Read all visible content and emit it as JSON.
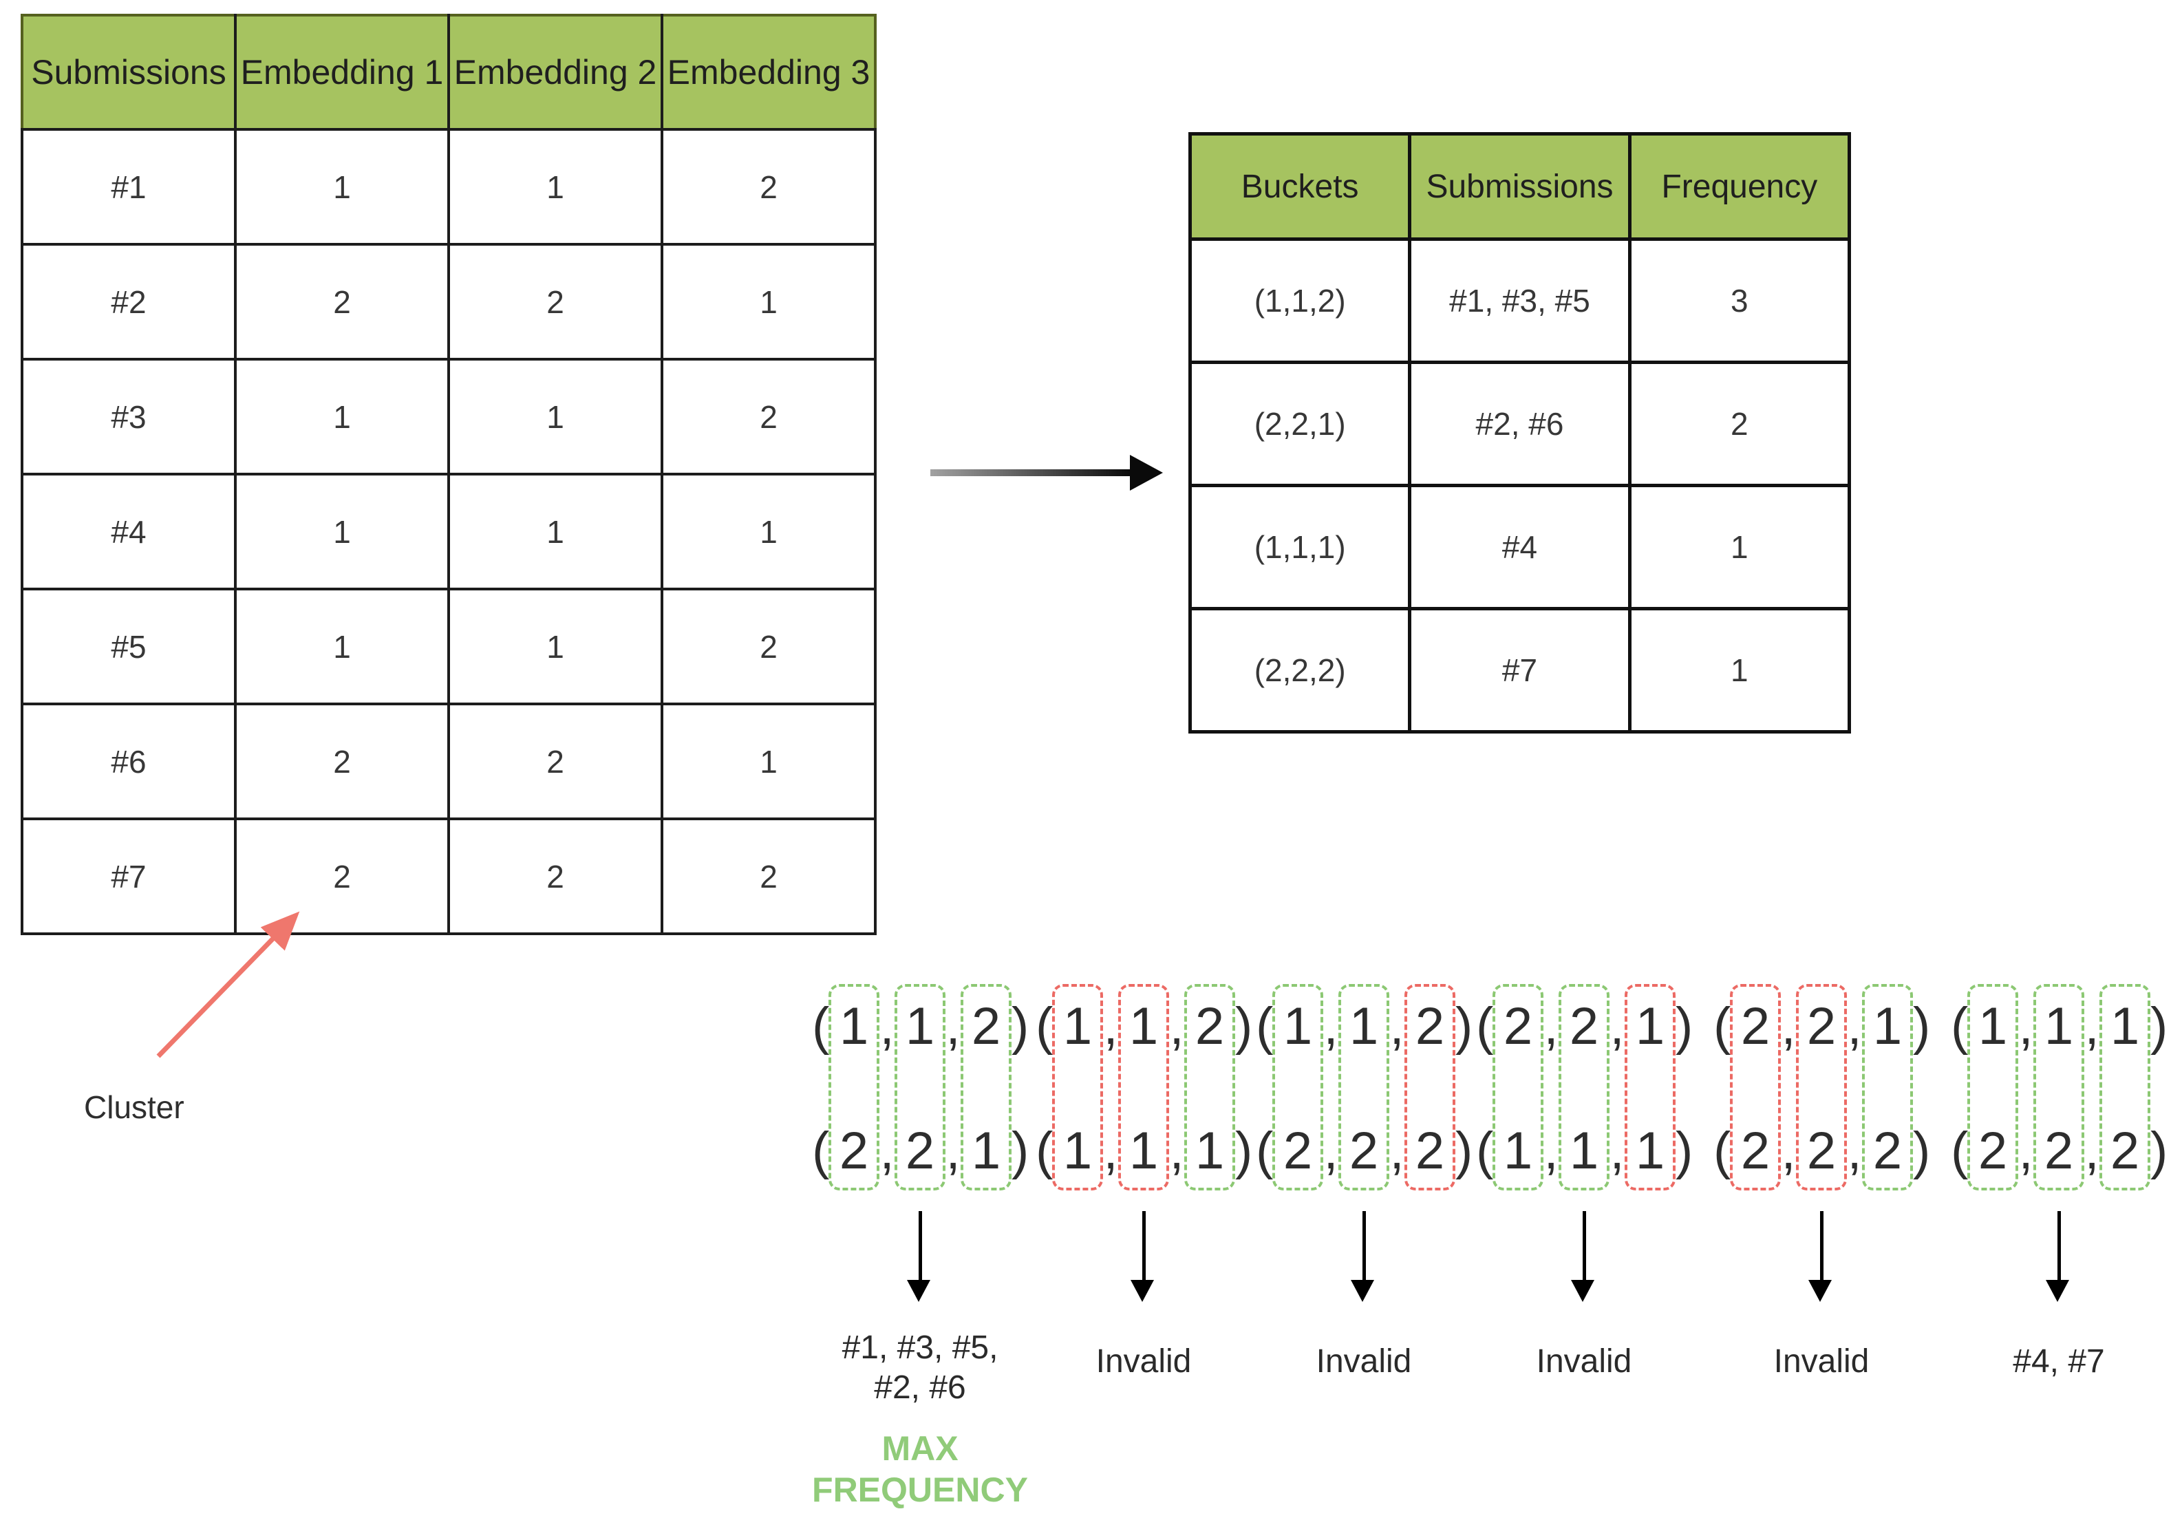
{
  "left_table": {
    "headers": [
      "Submissions",
      "Embedding 1",
      "Embedding 2",
      "Embedding 3"
    ],
    "rows": [
      [
        "#1",
        "1",
        "1",
        "2"
      ],
      [
        "#2",
        "2",
        "2",
        "1"
      ],
      [
        "#3",
        "1",
        "1",
        "2"
      ],
      [
        "#4",
        "1",
        "1",
        "1"
      ],
      [
        "#5",
        "1",
        "1",
        "2"
      ],
      [
        "#6",
        "2",
        "2",
        "1"
      ],
      [
        "#7",
        "2",
        "2",
        "2"
      ]
    ]
  },
  "right_table": {
    "headers": [
      "Buckets",
      "Submissions",
      "Frequency"
    ],
    "rows": [
      [
        "(1,1,2)",
        "#1, #3, #5",
        "3"
      ],
      [
        "(2,2,1)",
        "#2, #6",
        "2"
      ],
      [
        "(1,1,1)",
        "#4",
        "1"
      ],
      [
        "(2,2,2)",
        "#7",
        "1"
      ]
    ]
  },
  "cluster_annotation": {
    "label": "Cluster"
  },
  "punct": {
    "open": "(",
    "close": ")",
    "comma": ","
  },
  "colors": {
    "header_green": "#a6c360",
    "box_green": "#8cc873",
    "box_red": "#ec6a64",
    "max_freq_green": "#90cb79",
    "cluster_arrow_red": "#ef776d"
  },
  "pairs": [
    {
      "top": [
        "1",
        "1",
        "2"
      ],
      "bottom": [
        "2",
        "2",
        "1"
      ],
      "box_colors": [
        "#8cc873",
        "#8cc873",
        "#8cc873"
      ],
      "result_lines": [
        "#1, #3, #5,",
        "#2, #6"
      ],
      "note_lines": [
        "MAX",
        "FREQUENCY"
      ]
    },
    {
      "top": [
        "1",
        "1",
        "2"
      ],
      "bottom": [
        "1",
        "1",
        "1"
      ],
      "box_colors": [
        "#ec6a64",
        "#ec6a64",
        "#8cc873"
      ],
      "result_lines": [
        "Invalid"
      ]
    },
    {
      "top": [
        "1",
        "1",
        "2"
      ],
      "bottom": [
        "2",
        "2",
        "2"
      ],
      "box_colors": [
        "#8cc873",
        "#8cc873",
        "#ec6a64"
      ],
      "result_lines": [
        "Invalid"
      ]
    },
    {
      "top": [
        "2",
        "2",
        "1"
      ],
      "bottom": [
        "1",
        "1",
        "1"
      ],
      "box_colors": [
        "#8cc873",
        "#8cc873",
        "#ec6a64"
      ],
      "result_lines": [
        "Invalid"
      ]
    },
    {
      "top": [
        "2",
        "2",
        "1"
      ],
      "bottom": [
        "2",
        "2",
        "2"
      ],
      "box_colors": [
        "#ec6a64",
        "#ec6a64",
        "#8cc873"
      ],
      "result_lines": [
        "Invalid"
      ]
    },
    {
      "top": [
        "1",
        "1",
        "1"
      ],
      "bottom": [
        "2",
        "2",
        "2"
      ],
      "box_colors": [
        "#8cc873",
        "#8cc873",
        "#8cc873"
      ],
      "result_lines": [
        "#4, #7"
      ]
    }
  ]
}
